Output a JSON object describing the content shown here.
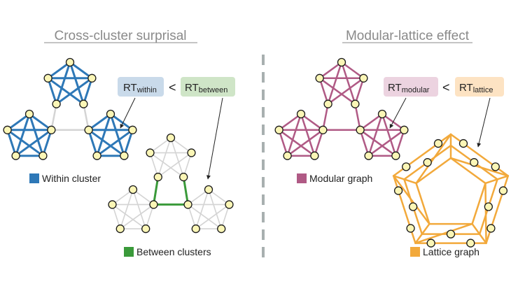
{
  "left_panel": {
    "title": "Cross-cluster surprisal",
    "rt_low": {
      "prefix": "RT",
      "sub": "within"
    },
    "comparator": "<",
    "rt_high": {
      "prefix": "RT",
      "sub": "between"
    },
    "legend_within": "Within cluster",
    "legend_between": "Between clusters"
  },
  "right_panel": {
    "title": "Modular-lattice effect",
    "rt_low": {
      "prefix": "RT",
      "sub": "modular"
    },
    "comparator": "<",
    "rt_high": {
      "prefix": "RT",
      "sub": "lattice"
    },
    "legend_modular": "Modular graph",
    "legend_lattice": "Lattice graph"
  },
  "colors": {
    "within": "#2e78b7",
    "between": "#3a9a3a",
    "modular": "#b05a85",
    "lattice": "#f2a93b",
    "faded": "#d4d4d4",
    "node_fill": "#fbf6b6",
    "badge_within": "#c9daea",
    "badge_between": "#cfe5c7",
    "badge_modular": "#ecd3e0",
    "badge_lattice": "#fde3c3"
  }
}
